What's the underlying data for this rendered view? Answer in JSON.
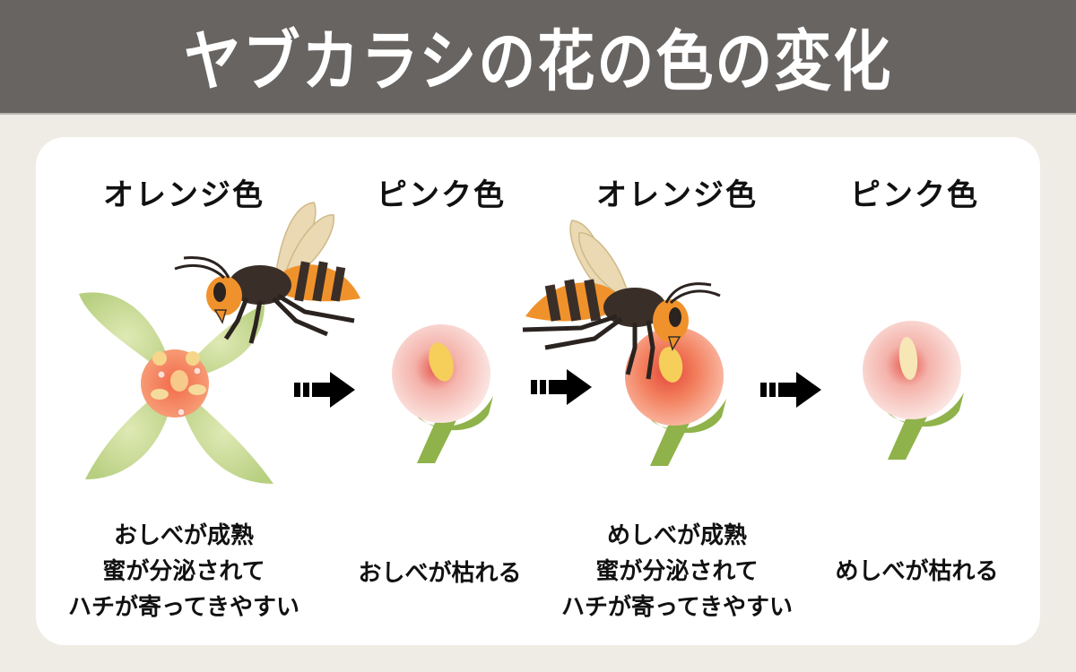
{
  "header": {
    "title": "ヤブカラシの花の色の変化"
  },
  "colors": {
    "header_bg": "#686462",
    "page_bg": "#efebe5",
    "card_bg": "#ffffff",
    "text": "#111111",
    "arrow": "#000000",
    "hornet_orange": "#f0922c",
    "hornet_body": "#3a2e28",
    "leaf_green": "#c9dc98",
    "orange_flower": "#f27e5c",
    "pink_flower": "#f6c6c1"
  },
  "stages": [
    {
      "title": "オレンジ色",
      "description": [
        "おしべが成熟",
        "蜜が分泌されて",
        "ハチが寄ってきやすい"
      ],
      "illustration": "orange-flower-with-hornet"
    },
    {
      "title": "ピンク色",
      "description": [
        "おしべが枯れる"
      ],
      "illustration": "pink-flower"
    },
    {
      "title": "オレンジ色",
      "description": [
        "めしべが成熟",
        "蜜が分泌されて",
        "ハチが寄ってきやすい"
      ],
      "illustration": "orange-flower-with-hornet"
    },
    {
      "title": "ピンク色",
      "description": [
        "めしべが枯れる"
      ],
      "illustration": "pink-flower"
    }
  ],
  "arrows": [
    "arrow-right-icon",
    "arrow-right-icon",
    "arrow-right-icon"
  ]
}
